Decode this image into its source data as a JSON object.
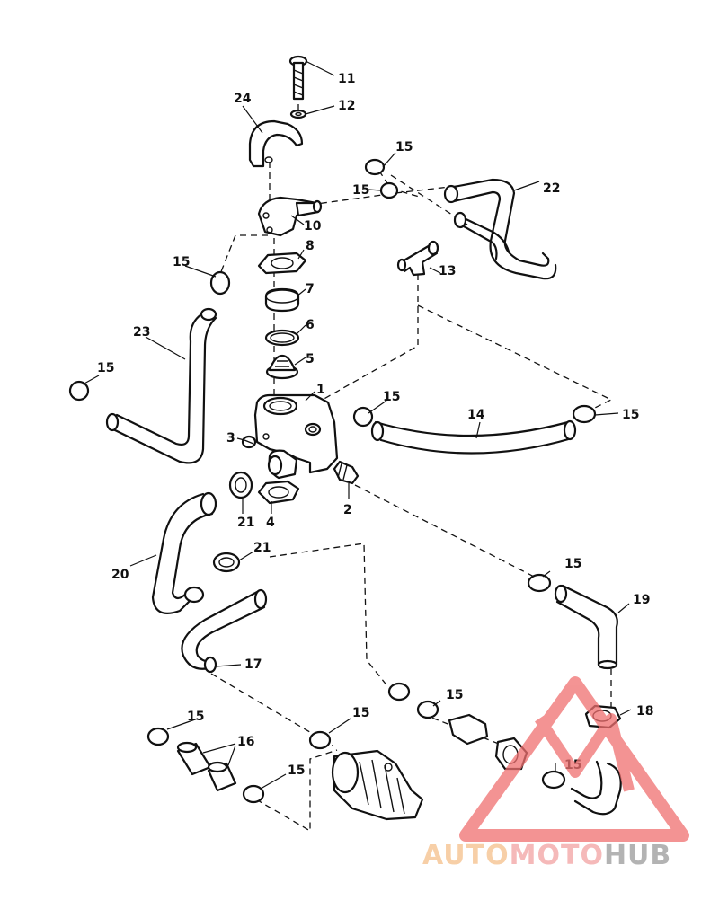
{
  "callouts": {
    "c1": "1",
    "c2": "2",
    "c3": "3",
    "c4": "4",
    "c5": "5",
    "c6": "6",
    "c7": "7",
    "c8": "8",
    "c10": "10",
    "c11": "11",
    "c12": "12",
    "c13": "13",
    "c14": "14",
    "c15": "15",
    "c16": "16",
    "c17": "17",
    "c18": "18",
    "c19": "19",
    "c20": "20",
    "c21": "21",
    "c22": "22",
    "c23": "23",
    "c24": "24"
  },
  "watermark": {
    "part1": "AUTO",
    "part2": "MOTO",
    "part3": "HUB",
    "color1": "#f5c08a",
    "color2": "#f2a2a2",
    "color3": "#9a9a9a",
    "triangle_color": "#f07070"
  }
}
